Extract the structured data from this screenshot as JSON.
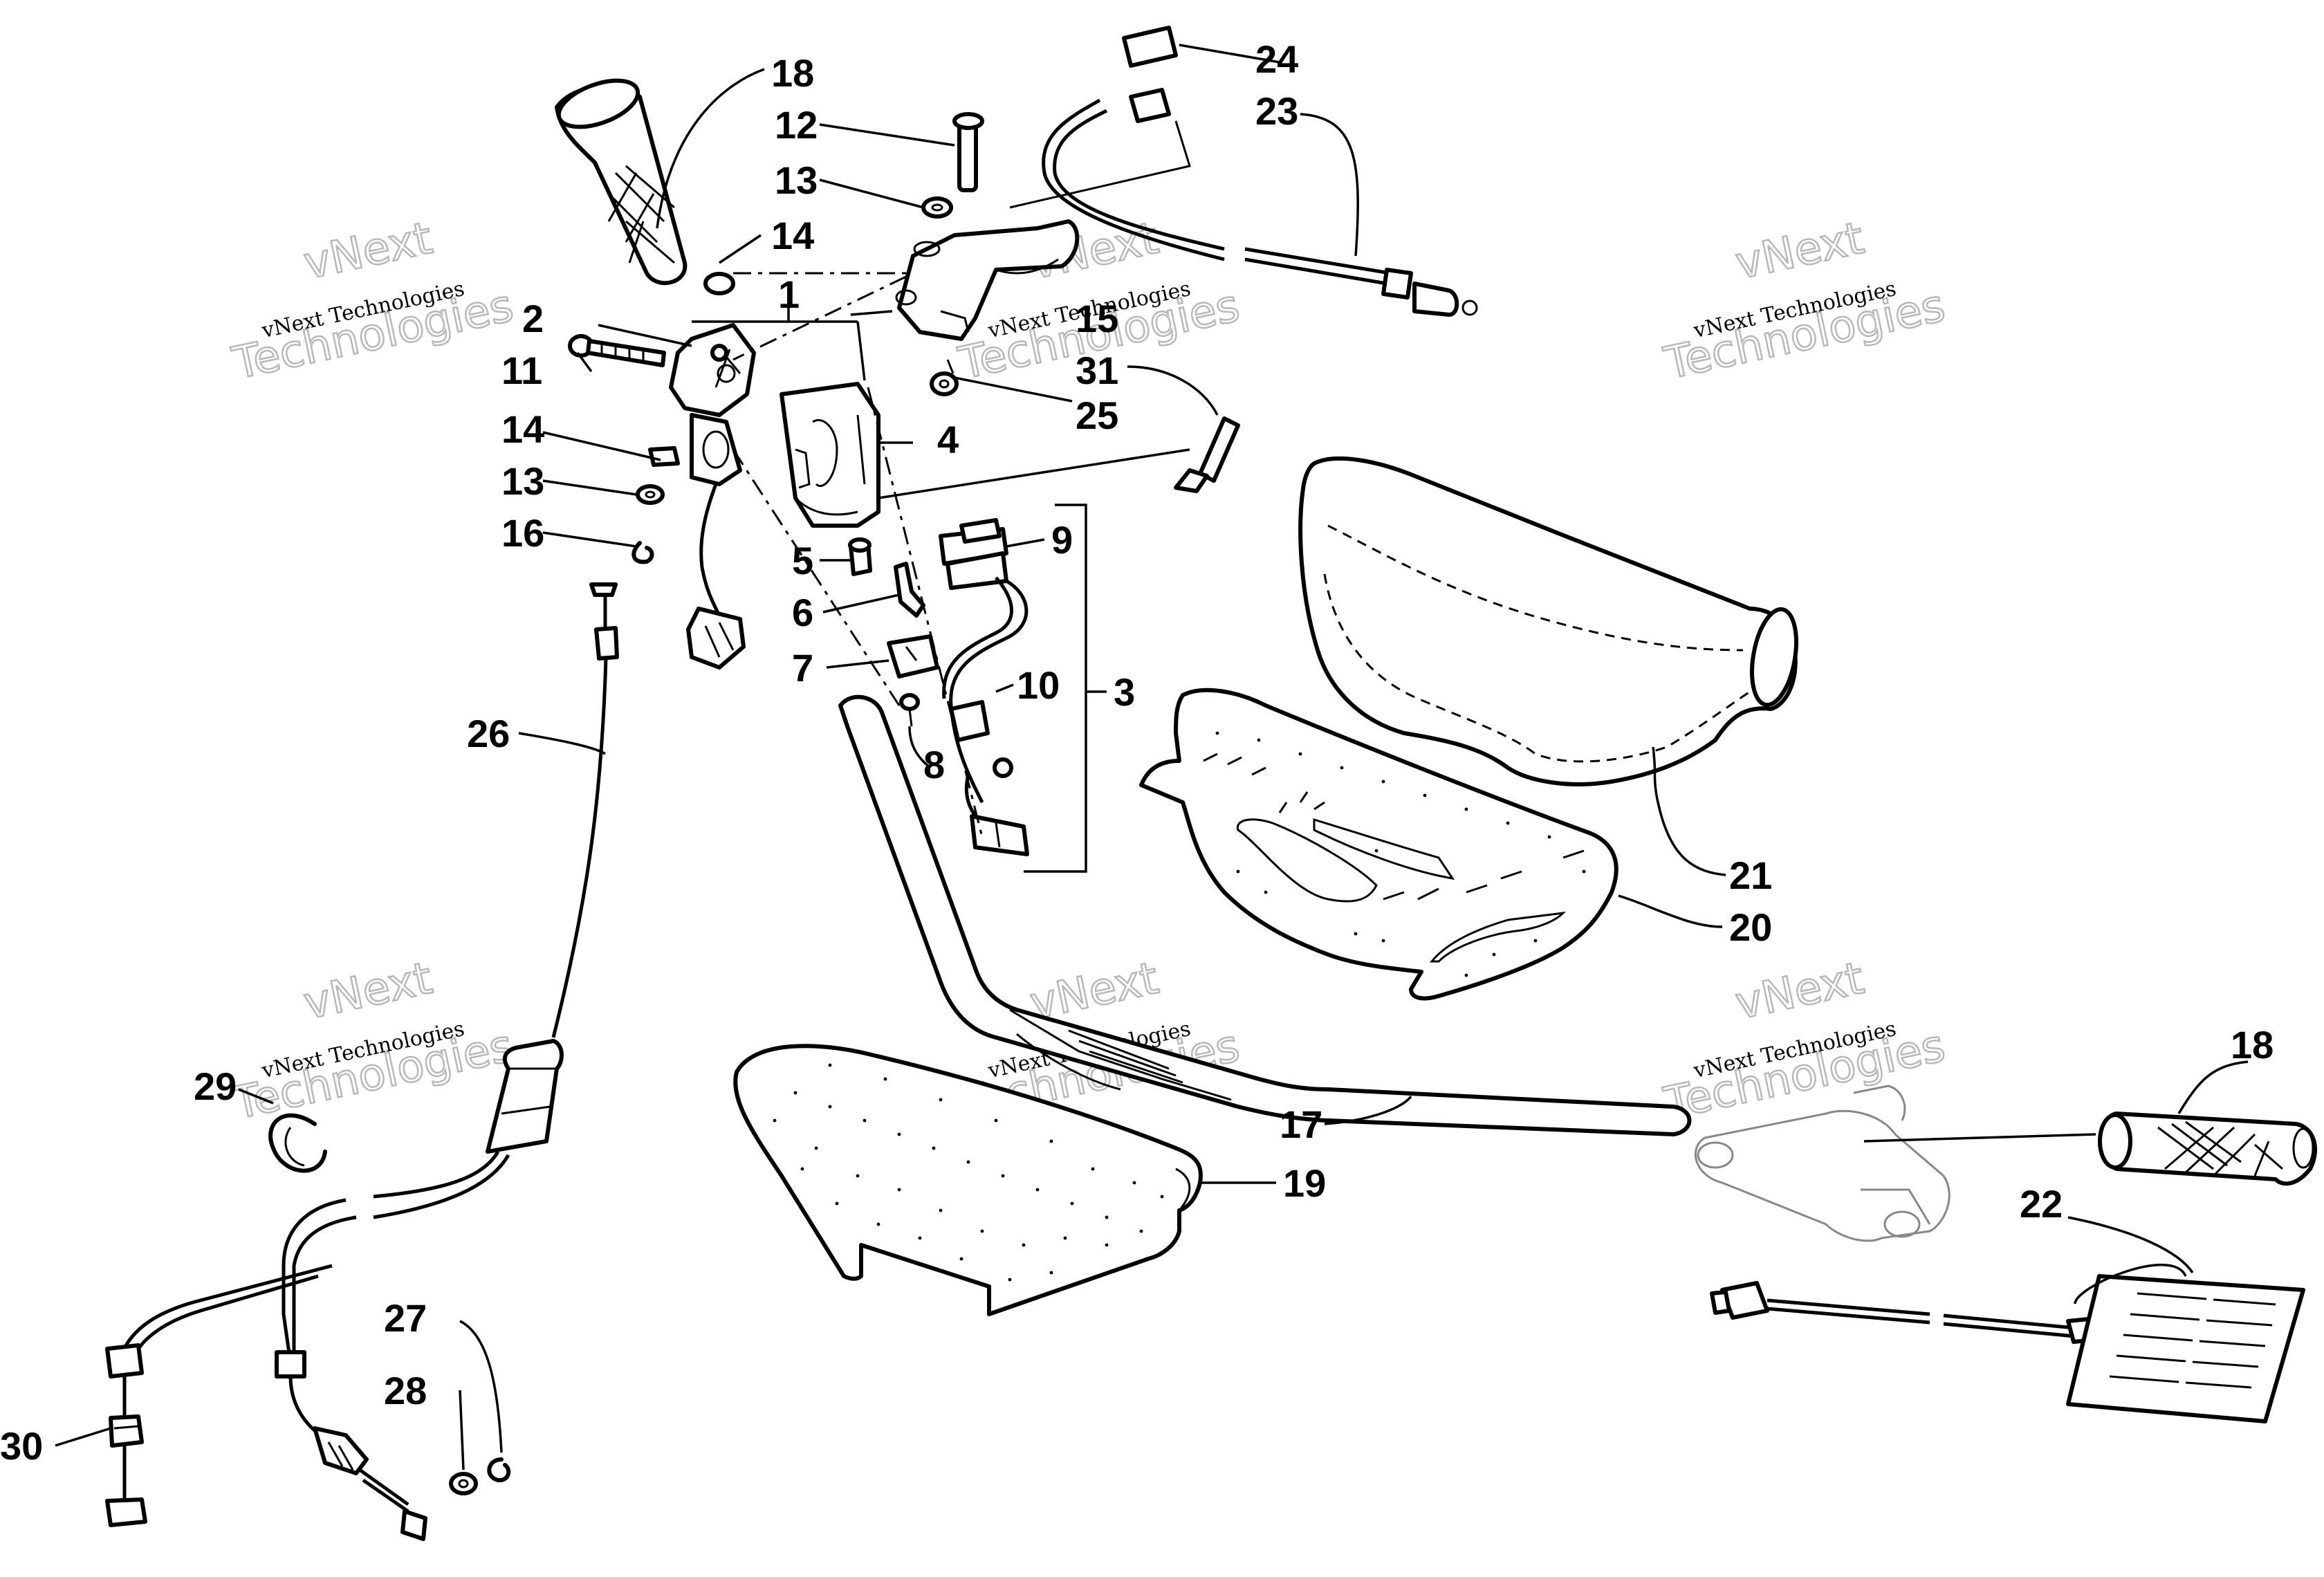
{
  "labels": [
    "18",
    "12",
    "13",
    "14",
    "1",
    "2",
    "11",
    "14",
    "13",
    "16",
    "15",
    "31",
    "25",
    "24",
    "23",
    "4",
    "5",
    "6",
    "7",
    "8",
    "9",
    "10",
    "3",
    "26",
    "29",
    "30",
    "27",
    "28",
    "17",
    "18",
    "19",
    "20",
    "21",
    "22"
  ],
  "watermarks": [
    {
      "line1": "vNext",
      "line2": "vNext Technologies",
      "line3": "Technologies"
    },
    {
      "line1": "vNext",
      "line2": "vNext Technologies",
      "line3": "Technologies"
    },
    {
      "line1": "vNext",
      "line2": "vNext Technologies",
      "line3": "Technologies"
    },
    {
      "line1": "vNext",
      "line2": "vNext Technologies",
      "line3": "Technologies"
    },
    {
      "line1": "vNext",
      "line2": "vNext Technologies",
      "line3": "Technologies"
    },
    {
      "line1": "vNext",
      "line2": "vNext Technologies",
      "line3": "Technologies"
    }
  ]
}
